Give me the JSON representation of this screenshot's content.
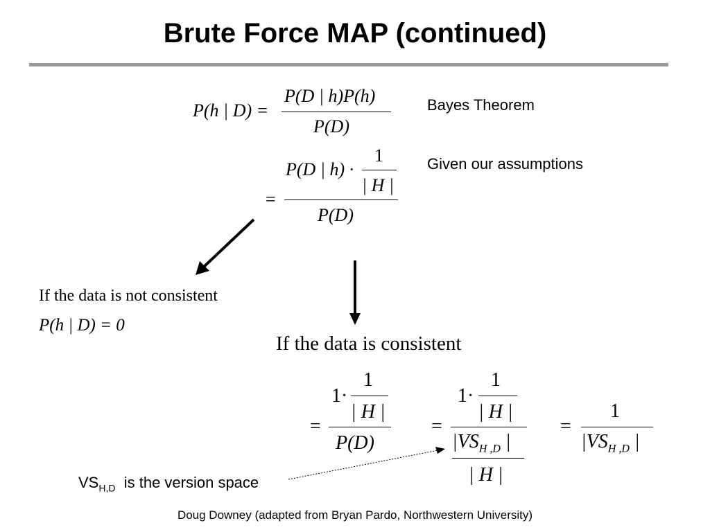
{
  "slide": {
    "title": "Brute Force MAP (continued)",
    "footer": "Doug Downey (adapted from Bryan Pardo, Northwestern University)"
  },
  "notes": {
    "bayes": "Bayes Theorem",
    "assumptions": "Given our assumptions",
    "not_consistent": "If  the data is not consistent",
    "consistent": "If  the data is consistent",
    "vs_prefix": "VS",
    "vs_sub": "H,D",
    "vs_suffix": "is the version space"
  },
  "math": {
    "eq1_lhs": "P(h | D) =",
    "eq1_num": "P(D | h)P(h)",
    "eq1_den": "P(D)",
    "eq2_eq": "=",
    "eq2_num_left": "P(D | h) ·",
    "one": "1",
    "absH": "| H |",
    "eq2_den": "P(D)",
    "zero_eq": "P(h | D)  = 0",
    "c1_eq": "=",
    "c1_lead": "1·",
    "c1_den": "P(D)",
    "c2_eq": "=",
    "c2_lead": "1·",
    "c2_den_vs": "|VS",
    "c2_den_sub": "H ,D",
    "c2_den_close": "|",
    "c3_eq": "=",
    "c3_den_vs": "|VS",
    "c3_den_sub": "H ,D",
    "c3_den_close": "|"
  }
}
